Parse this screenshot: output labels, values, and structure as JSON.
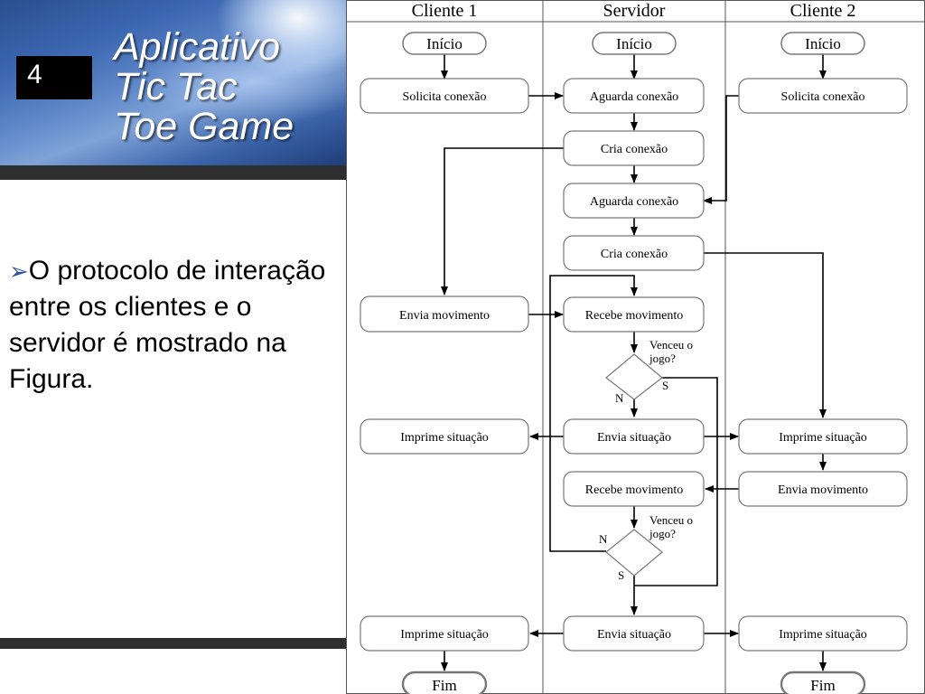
{
  "slide": {
    "number": "4",
    "title_lines": [
      "Aplicativo",
      "Tic Tac",
      "Toe Game"
    ],
    "bullet": "O protocolo de interação entre os clientes e o servidor é mostrado na Figura."
  },
  "diagram": {
    "lanes": [
      "Cliente 1",
      "Servidor",
      "Cliente 2"
    ],
    "nodes": {
      "c1_start": "Início",
      "c1_request": "Solicita conexão",
      "c1_send_move": "Envia movimento",
      "c1_print_1": "Imprime situação",
      "c1_print_2": "Imprime situação",
      "c1_end": "Fim",
      "s_start": "Início",
      "s_wait_1": "Aguarda conexão",
      "s_create_1": "Cria conexão",
      "s_wait_2": "Aguarda conexão",
      "s_create_2": "Cria conexão",
      "s_recv_1": "Recebe movimento",
      "s_decision_1": "Venceu o jogo?",
      "s_send_status_1": "Envia situação",
      "s_recv_2": "Recebe movimento",
      "s_decision_2": "Venceu o jogo?",
      "s_send_status_2": "Envia situação",
      "c2_start": "Início",
      "c2_request": "Solicita conexão",
      "c2_print_1": "Imprime situação",
      "c2_send_move": "Envia movimento",
      "c2_print_2": "Imprime situação",
      "c2_end": "Fim"
    },
    "decision_labels": {
      "d1_no": "N",
      "d1_yes": "S",
      "d2_no": "N",
      "d2_yes": "S"
    }
  },
  "colors": {
    "banner_bar": "#2e2e2e",
    "bullet": "#2f4f9f",
    "box_border": "#777777"
  }
}
